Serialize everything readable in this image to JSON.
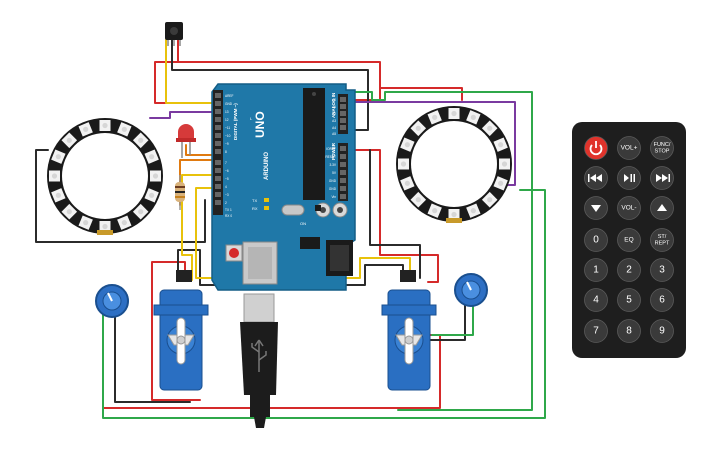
{
  "board": {
    "brand": "ARDUINO",
    "model": "UNO",
    "digital_label": "DIGITAL (PWM ~)",
    "analog_label": "ANALOG IN",
    "power_label": "POWER",
    "tx_label": "TX",
    "rx_label": "RX",
    "on_label": "ON",
    "l_label": "L",
    "digital_pins": [
      "AREF",
      "GND",
      "13",
      "12",
      "~11",
      "~10",
      "~9",
      "8",
      "7",
      "~6",
      "~5",
      "4",
      "~3",
      "2",
      "TX 1",
      "RX 0"
    ],
    "analog_pins": [
      "A0",
      "A1",
      "A2",
      "A3",
      "A4",
      "A5"
    ],
    "power_pins": [
      "IOREF",
      "RESET",
      "3.3V",
      "5V",
      "GND",
      "GND",
      "Vin"
    ]
  },
  "remote": {
    "buttons": [
      {
        "id": "power",
        "label": "",
        "icon": "power-icon"
      },
      {
        "id": "vol-up",
        "label": "VOL+"
      },
      {
        "id": "func-stop",
        "label": "FUNC/\nSTOP"
      },
      {
        "id": "rewind",
        "label": "",
        "icon": "rewind-icon"
      },
      {
        "id": "play-pause",
        "label": "",
        "icon": "play-pause-icon"
      },
      {
        "id": "fast-forward",
        "label": "",
        "icon": "fast-forward-icon"
      },
      {
        "id": "down",
        "label": "",
        "icon": "down-arrow-icon"
      },
      {
        "id": "vol-down",
        "label": "VOL-"
      },
      {
        "id": "up",
        "label": "",
        "icon": "up-arrow-icon"
      },
      {
        "id": "zero",
        "label": "0"
      },
      {
        "id": "eq",
        "label": "EQ"
      },
      {
        "id": "st-rept",
        "label": "ST/\nREPT"
      },
      {
        "id": "one",
        "label": "1"
      },
      {
        "id": "two",
        "label": "2"
      },
      {
        "id": "three",
        "label": "3"
      },
      {
        "id": "four",
        "label": "4"
      },
      {
        "id": "five",
        "label": "5"
      },
      {
        "id": "six",
        "label": "6"
      },
      {
        "id": "seven",
        "label": "7"
      },
      {
        "id": "eight",
        "label": "8"
      },
      {
        "id": "nine",
        "label": "9"
      }
    ]
  },
  "colors": {
    "board": "#1f78a8",
    "board_edge": "#135d86",
    "wire_red": "#d52a2a",
    "wire_black": "#2b2b2b",
    "wire_yellow": "#e8c20b",
    "wire_green": "#2fa84a",
    "wire_purple": "#7a3aa0",
    "wire_orange": "#e07a10",
    "servo": "#2a6fc2",
    "remote_body": "#1e1e1e",
    "remote_button": "#3a3a3a",
    "power_button": "#e0332b"
  },
  "components": {
    "neopixel_rings": [
      "neopixel-ring-left",
      "neopixel-ring-right"
    ],
    "servos": [
      "servo-left",
      "servo-right"
    ],
    "potentiometers": [
      "potentiometer-left",
      "potentiometer-right"
    ],
    "led": "red-led",
    "resistor": "resistor",
    "ir_receiver": "ir-receiver",
    "usb": "usb-cable"
  }
}
